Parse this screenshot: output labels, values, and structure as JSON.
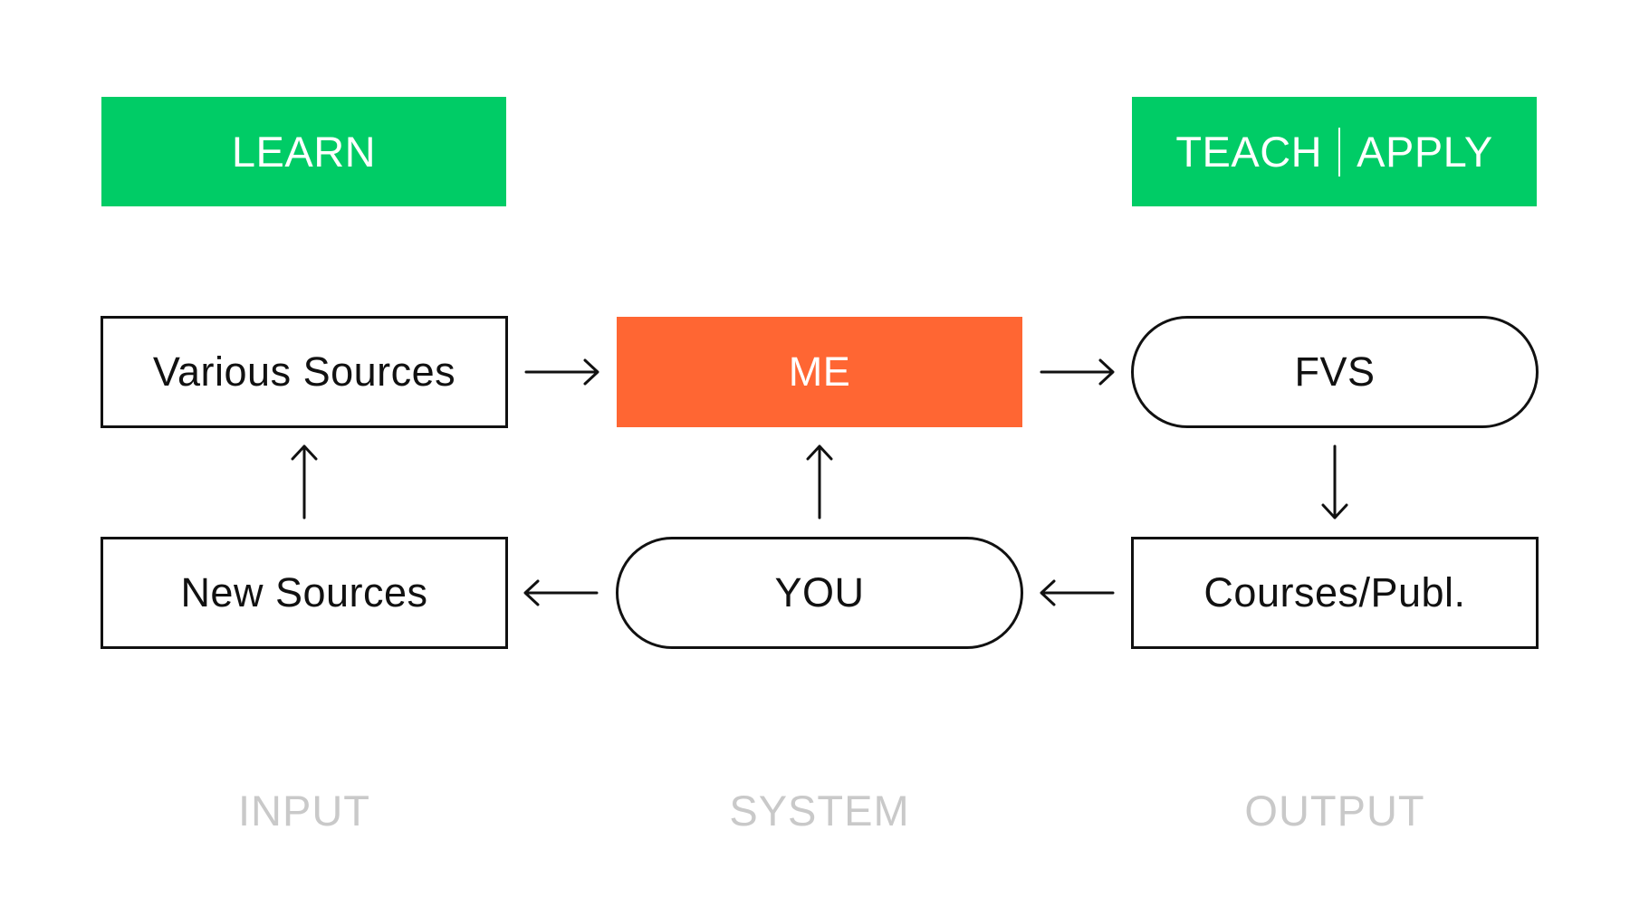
{
  "banners": {
    "learn": "LEARN",
    "teach": "TEACH",
    "apply": "APPLY"
  },
  "nodes": {
    "various_sources": "Various Sources",
    "me": "ME",
    "fvs": "FVS",
    "new_sources": "New Sources",
    "you": "YOU",
    "courses": "Courses/Publ."
  },
  "columns": {
    "input": "INPUT",
    "system": "SYSTEM",
    "output": "OUTPUT"
  },
  "colors": {
    "banner": "#00cc66",
    "accent": "#ff6633",
    "stroke": "#111111",
    "footer": "#c9c9c9"
  }
}
